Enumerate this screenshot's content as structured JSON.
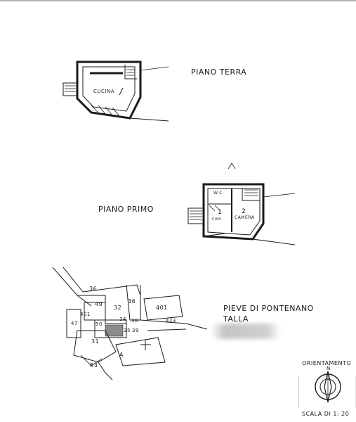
{
  "labels": {
    "piano_terra": "PIANO TERRA",
    "piano_primo": "PIANO PRIMO",
    "cucina": "CUCINA",
    "wc": "W.C.",
    "cam": "CAM.",
    "camera": "CAMERA",
    "pieve": "PIEVE DI PONTENANO",
    "talla": "TALLA",
    "orientamento": "ORIENTAMENTO",
    "north": "N",
    "scala": "SCALA DI 1: 20",
    "room_num_1": "1",
    "room_num_2": "2",
    "parcels": [
      "36",
      "49",
      "32",
      "36",
      "401",
      "34",
      "38",
      "401",
      "90",
      "35",
      "39",
      "47",
      "31",
      "83",
      "A",
      "423"
    ]
  },
  "colors": {
    "ink": "#1a1a1a",
    "paper": "#ffffff"
  }
}
